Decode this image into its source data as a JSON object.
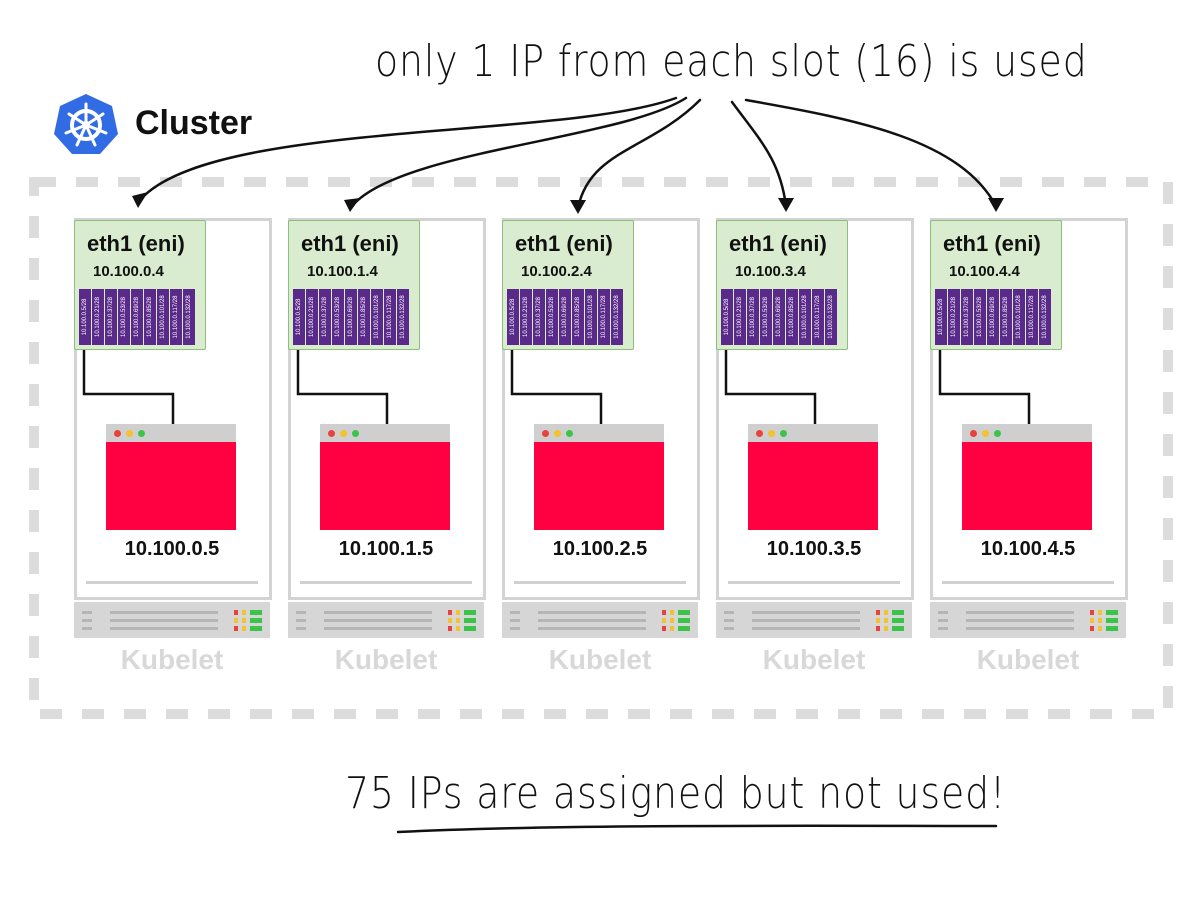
{
  "annotations": {
    "top": "only 1 IP from each slot (16) is used",
    "bottom": "75 IPs are assigned but not used!"
  },
  "cluster": {
    "title": "Cluster",
    "logo": "kubernetes-helm-icon"
  },
  "nodes": [
    {
      "eni_label": "eth1 (eni)",
      "eni_ip": "10.100.0.4",
      "pod_ip": "10.100.0.5",
      "kubelet": "Kubelet"
    },
    {
      "eni_label": "eth1 (eni)",
      "eni_ip": "10.100.1.4",
      "pod_ip": "10.100.1.5",
      "kubelet": "Kubelet"
    },
    {
      "eni_label": "eth1 (eni)",
      "eni_ip": "10.100.2.4",
      "pod_ip": "10.100.2.5",
      "kubelet": "Kubelet"
    },
    {
      "eni_label": "eth1 (eni)",
      "eni_ip": "10.100.3.4",
      "pod_ip": "10.100.3.5",
      "kubelet": "Kubelet"
    },
    {
      "eni_label": "eth1 (eni)",
      "eni_ip": "10.100.4.4",
      "pod_ip": "10.100.4.5",
      "kubelet": "Kubelet"
    }
  ],
  "slots": [
    "10.100.0.5/28",
    "10.100.0.21/28",
    "10.100.0.37/28",
    "10.100.0.53/28",
    "10.100.0.69/28",
    "10.100.0.85/28",
    "10.100.0.101/28",
    "10.100.0.117/28",
    "10.100.0.132/28"
  ],
  "colors": {
    "eni_fill": "#d9ecd0",
    "eni_border": "#8bbf7a",
    "slot": "#5a2a8a",
    "pod": "#ff0040",
    "frame": "#d3d3d3",
    "kubelet_text": "#d8d8d8",
    "dot_red": "#e8433a",
    "dot_yellow": "#f2c230",
    "dot_green": "#3cc34a"
  }
}
